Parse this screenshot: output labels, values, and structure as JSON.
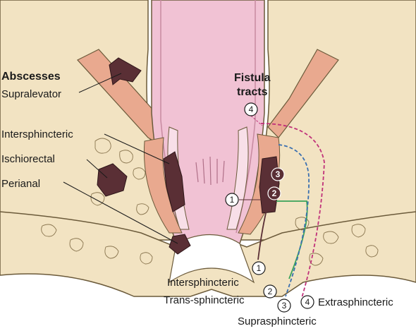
{
  "abscesses": {
    "heading": "Abscesses",
    "items": [
      "Supralevator",
      "Intersphincteric",
      "Ischiorectal",
      "Perianal"
    ]
  },
  "fistula": {
    "heading_line1": "Fistula",
    "heading_line2": "tracts",
    "markers": [
      "1",
      "2",
      "3",
      "4"
    ],
    "items": [
      "Intersphincteric",
      "Trans-sphincteric",
      "Suprasphincteric",
      "Extrasphincteric"
    ]
  },
  "colors": {
    "fat": "#f2e3c2",
    "fat_outline": "#6b5a3a",
    "muscle": "#e9a98f",
    "lumen": "#f1c2d4",
    "abscess": "#5a2f35",
    "track_green": "#3aa35a",
    "track_blue": "#3a6fb0",
    "track_pink": "#c0327a"
  }
}
